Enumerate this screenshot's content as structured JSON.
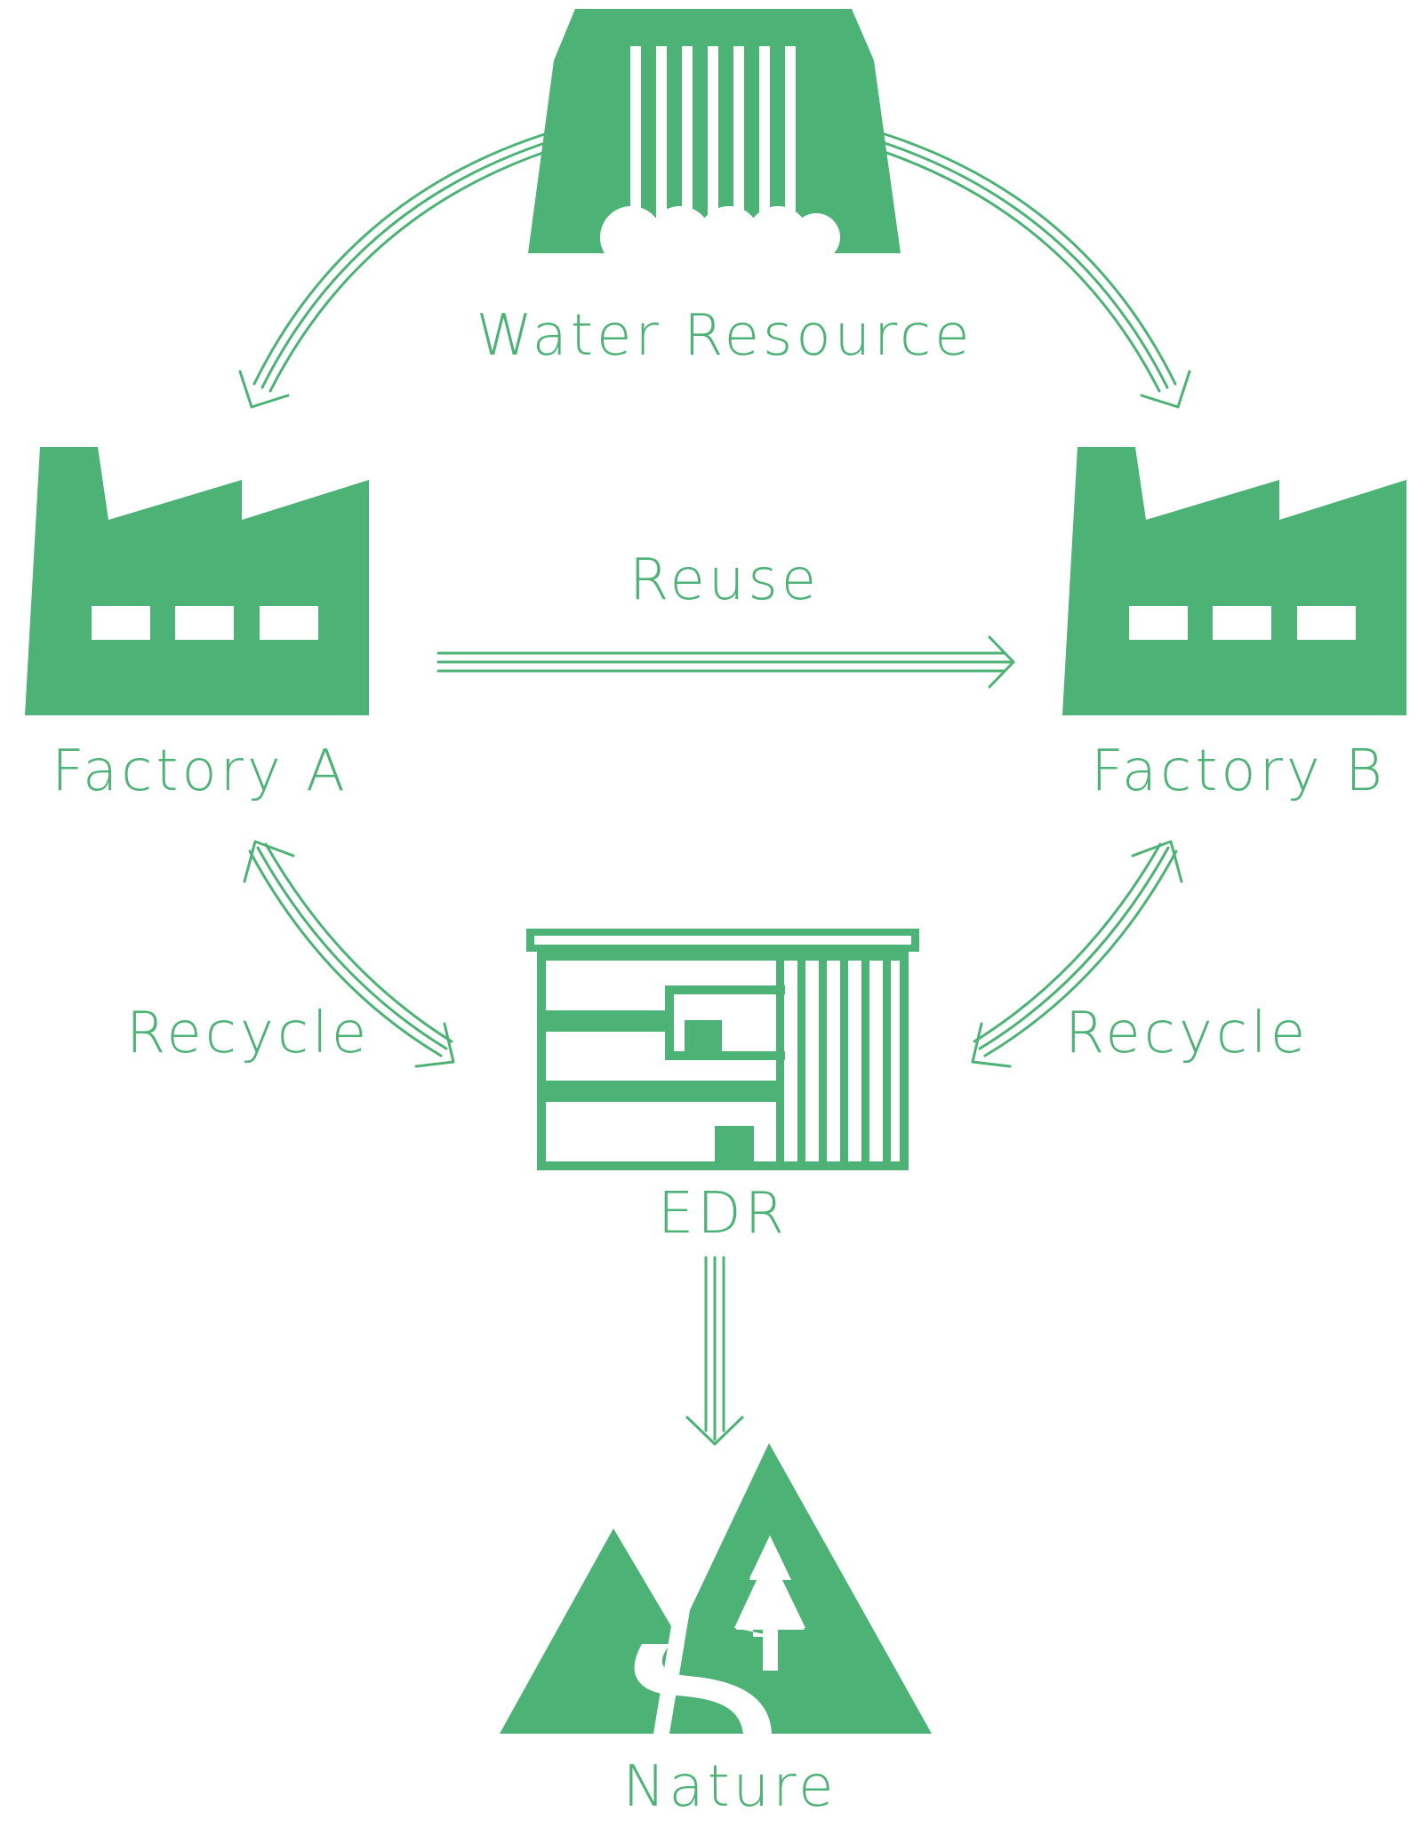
{
  "colors": {
    "primary_green": "#4CB275",
    "background": "#FFFFFF"
  },
  "nodes": {
    "water_resource": {
      "label": "Water Resource",
      "icon": "dam-icon"
    },
    "factory_a": {
      "label": "Factory A",
      "icon": "factory-icon"
    },
    "factory_b": {
      "label": "Factory B",
      "icon": "factory-icon"
    },
    "edr": {
      "label": "EDR",
      "icon": "edr-plant-icon"
    },
    "nature": {
      "label": "Nature",
      "icon": "mountains-river-tree-icon"
    }
  },
  "edges": {
    "reuse": {
      "label": "Reuse"
    },
    "recycle_left": {
      "label": "Recycle"
    },
    "recycle_right": {
      "label": "Recycle"
    }
  }
}
